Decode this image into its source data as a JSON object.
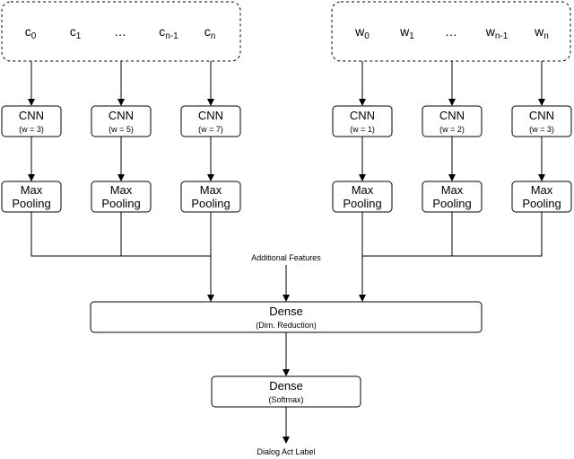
{
  "char_inputs": [
    {
      "base": "c",
      "sub": "0"
    },
    {
      "base": "c",
      "sub": "1"
    },
    {
      "base": "…",
      "sub": ""
    },
    {
      "base": "c",
      "sub": "n-1"
    },
    {
      "base": "c",
      "sub": "n"
    }
  ],
  "word_inputs": [
    {
      "base": "w",
      "sub": "0"
    },
    {
      "base": "w",
      "sub": "1"
    },
    {
      "base": "…",
      "sub": ""
    },
    {
      "base": "w",
      "sub": "n-1"
    },
    {
      "base": "w",
      "sub": "n"
    }
  ],
  "char_cnns": [
    {
      "title": "CNN",
      "param": "(w = 3)"
    },
    {
      "title": "CNN",
      "param": "(w = 5)"
    },
    {
      "title": "CNN",
      "param": "(w = 7)"
    }
  ],
  "word_cnns": [
    {
      "title": "CNN",
      "param": "(w = 1)"
    },
    {
      "title": "CNN",
      "param": "(w = 2)"
    },
    {
      "title": "CNN",
      "param": "(w = 3)"
    }
  ],
  "pool_label_line1": "Max",
  "pool_label_line2": "Pooling",
  "additional_features": "Additional Features",
  "dense1": {
    "title": "Dense",
    "subtitle": "(Dim. Reduction)"
  },
  "dense2": {
    "title": "Dense",
    "subtitle": "(Softmax)"
  },
  "output_label": "Dialog Act  Label"
}
